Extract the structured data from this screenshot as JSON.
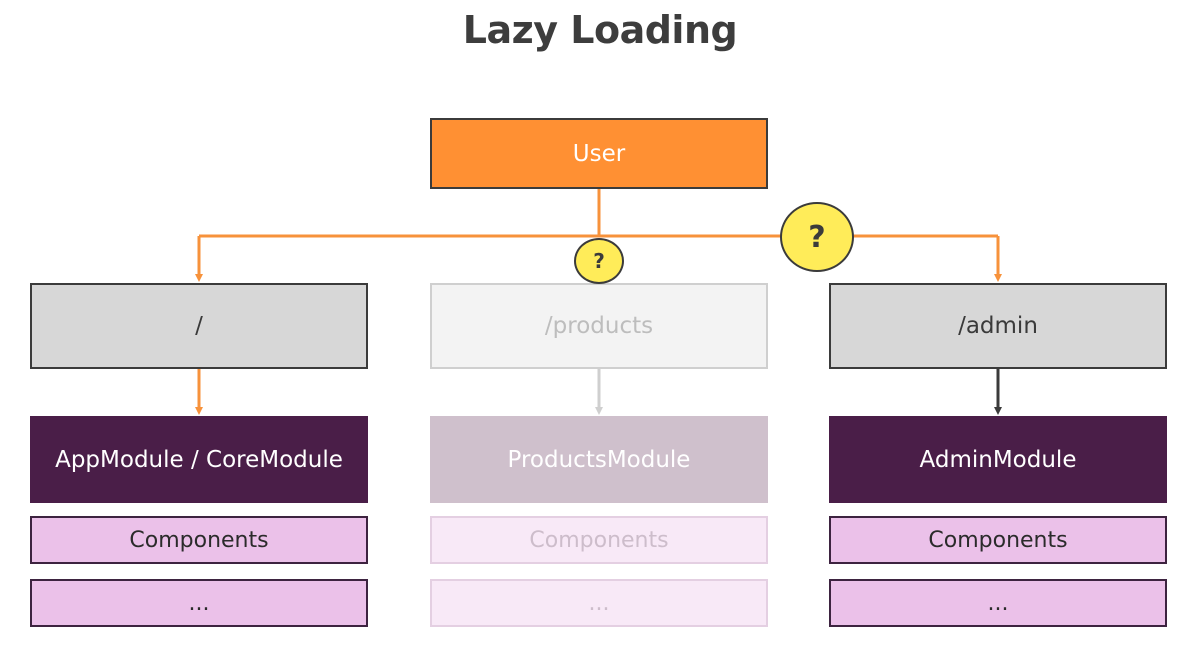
{
  "title": "Lazy Loading",
  "user": {
    "label": "User"
  },
  "routes": {
    "root": "/",
    "products": "/products",
    "admin": "/admin"
  },
  "modules": {
    "app": "AppModule / CoreModule",
    "products": "ProductsModule",
    "admin": "AdminModule"
  },
  "components": {
    "label": "Components",
    "more": "..."
  },
  "badges": {
    "small": "?",
    "big": "?"
  },
  "colors": {
    "user": "#ff9033",
    "route": "#d7d7d7",
    "module": "#4a1e48",
    "component": "#ebc1e9",
    "connector": "#f7923b",
    "badge": "#ffec59"
  }
}
